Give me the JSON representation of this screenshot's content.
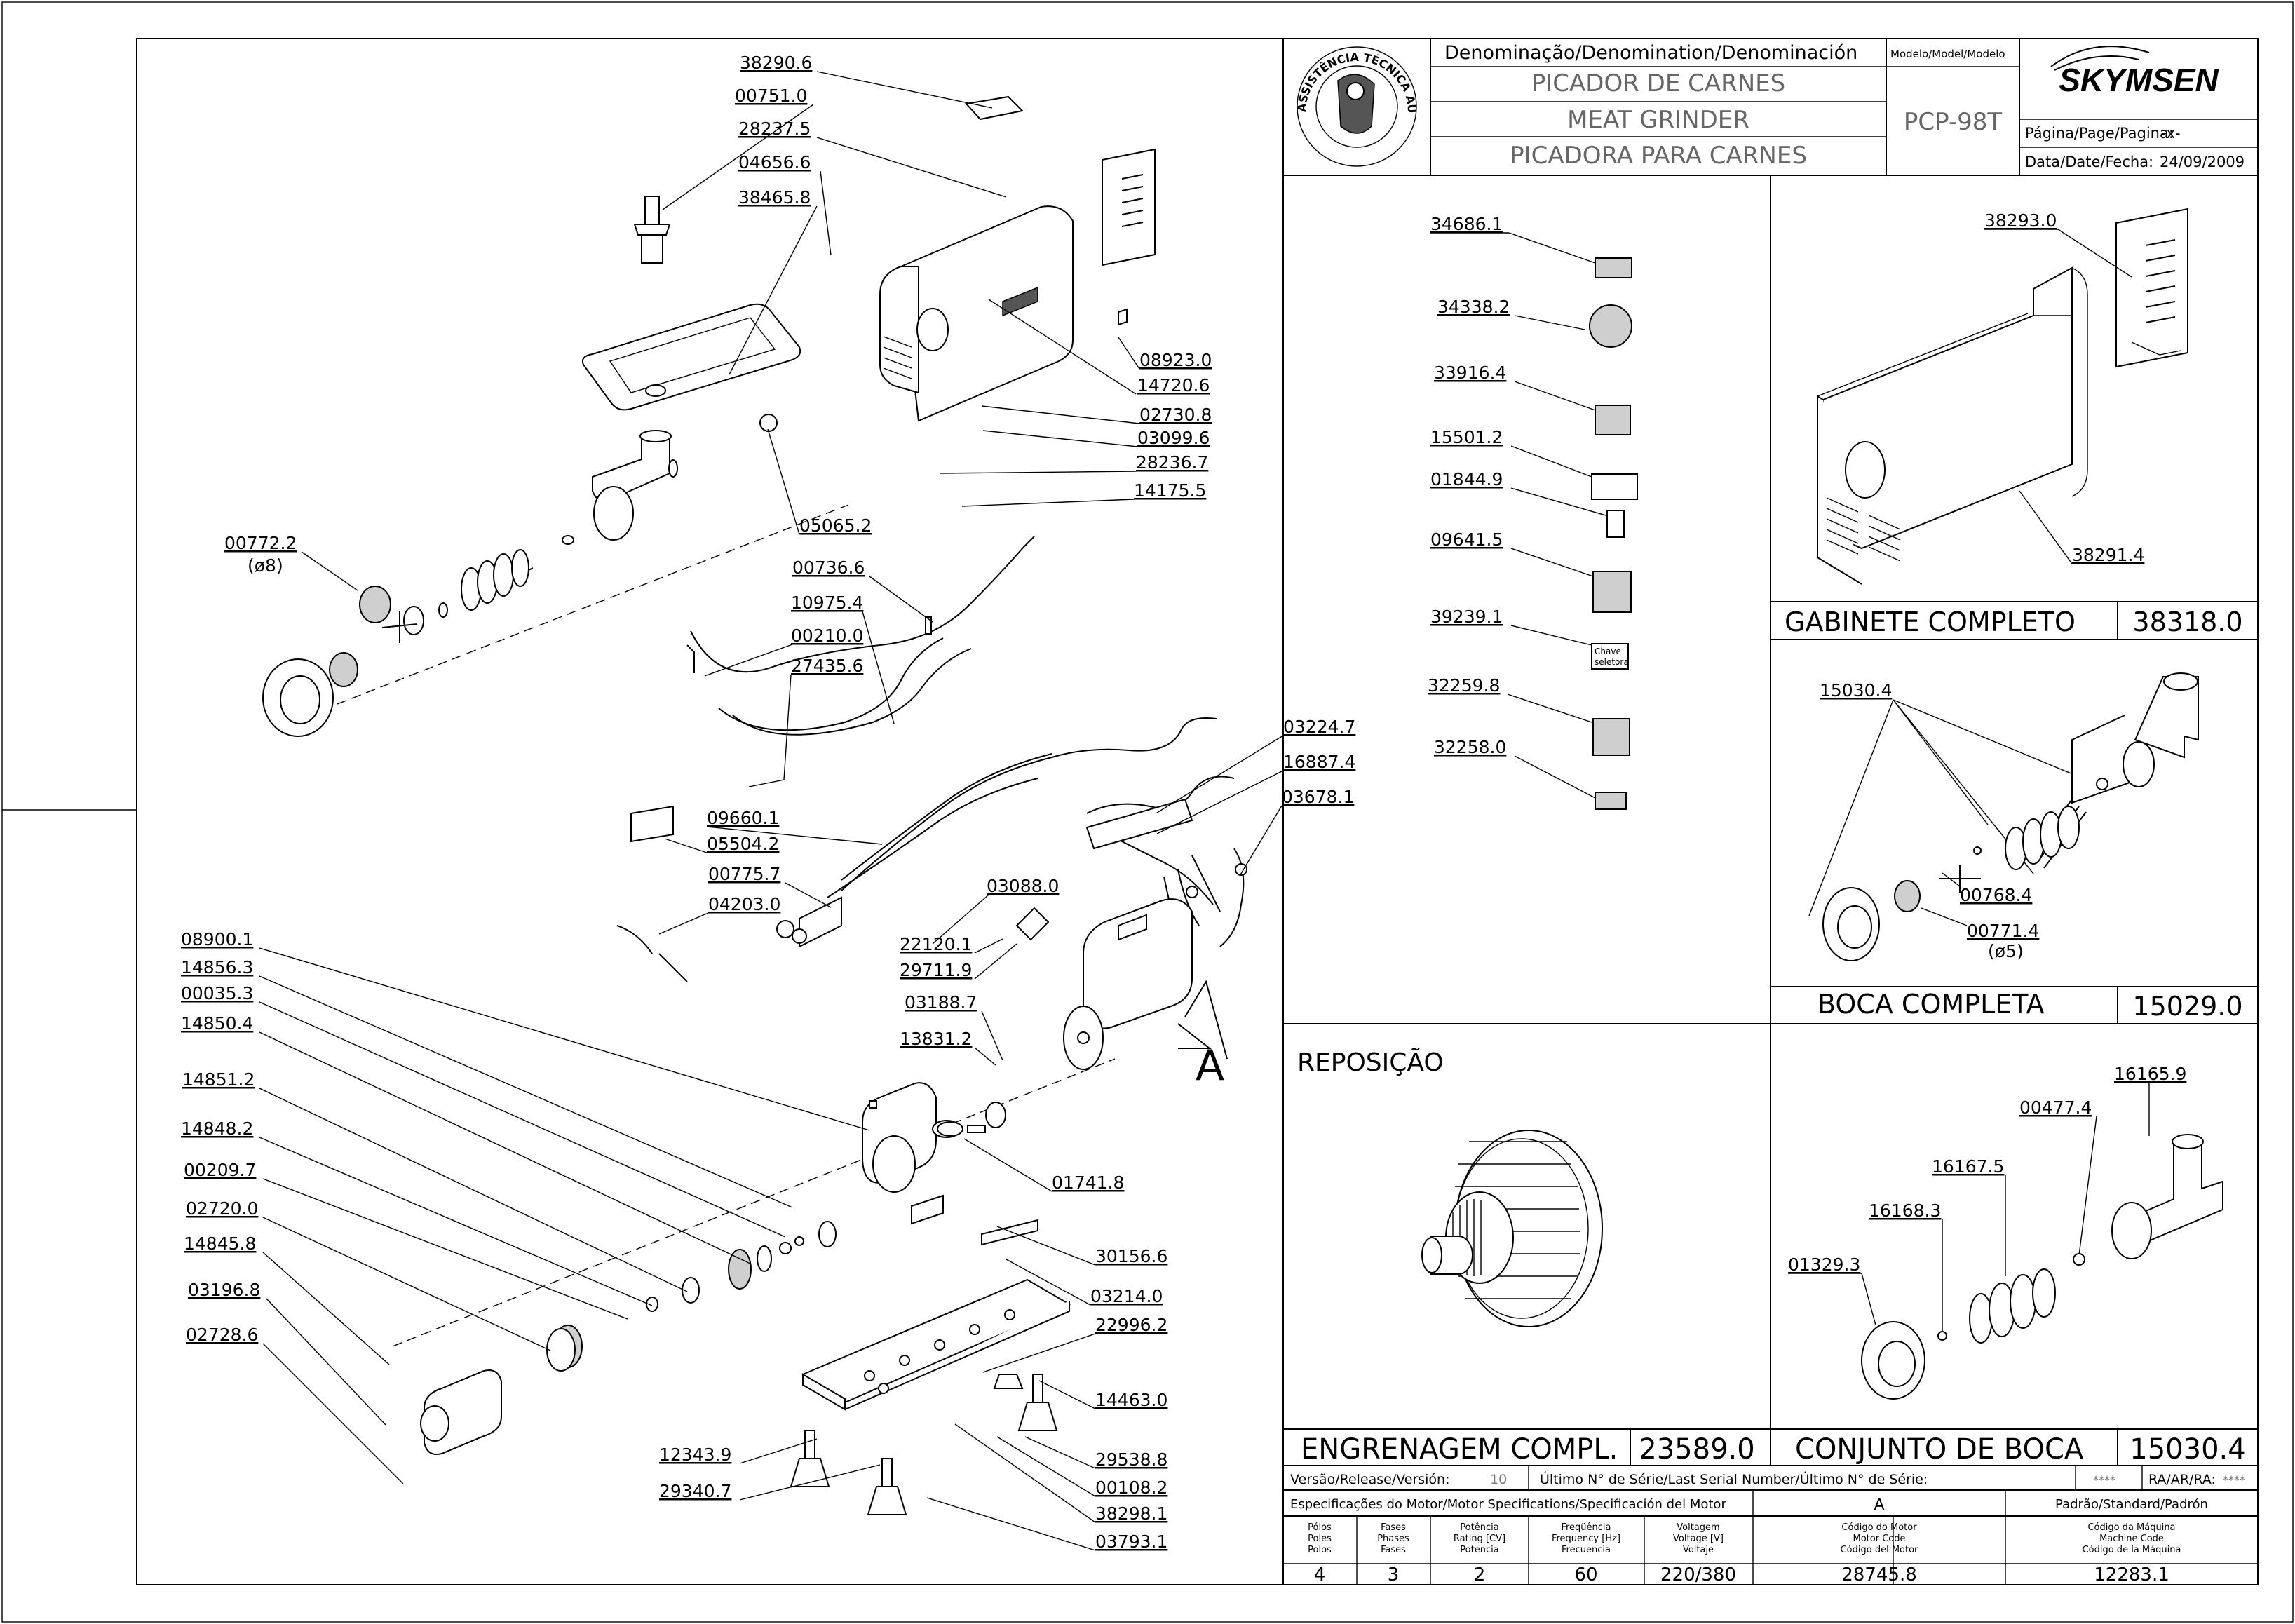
{
  "title_block": {
    "denomination_header": "Denominação/Denomination/Denominación",
    "name_pt": "PICADOR DE CARNES",
    "name_en": "MEAT GRINDER",
    "name_es": "PICADORA PARA CARNES",
    "model_header": "Modelo/Model/Modelo",
    "model": "PCP-98T",
    "brand": "SKYMSEN",
    "seal_text": "ASSISTÊNCIA TÉCNICA AUTORIZADA",
    "page_label": "Página/Page/Pagina:",
    "page_value": "-x-",
    "date_label": "Data/Date/Fecha:",
    "date_value": "24/09/2009"
  },
  "callouts_main": [
    "38290.6",
    "00751.0",
    "28237.5",
    "04656.6",
    "38465.8",
    "08923.0",
    "14720.6",
    "02730.8",
    "03099.6",
    "28236.7",
    "14175.5",
    "05065.2",
    "00772.2",
    "(ø8)",
    "00736.6",
    "10975.4",
    "00210.0",
    "27435.6",
    "03224.7",
    "16887.4",
    "03678.1",
    "09660.1",
    "05504.2",
    "00775.7",
    "04203.0",
    "03088.0",
    "22120.1",
    "29711.9",
    "03188.7",
    "13831.2",
    "08900.1",
    "14856.3",
    "00035.3",
    "14850.4",
    "14851.2",
    "14848.2",
    "00209.7",
    "02720.0",
    "14845.8",
    "03196.8",
    "02728.6",
    "01741.8",
    "30156.6",
    "03214.0",
    "22996.2",
    "14463.0",
    "29538.8",
    "00108.2",
    "38298.1",
    "03793.1",
    "12343.9",
    "29340.7"
  ],
  "motor_marker": "A",
  "labels_column": [
    {
      "code": "34686.1"
    },
    {
      "code": "34338.2"
    },
    {
      "code": "33916.4"
    },
    {
      "code": "15501.2"
    },
    {
      "code": "01844.9"
    },
    {
      "code": "09641.5"
    },
    {
      "code": "39239.1",
      "tag_line1": "Chave",
      "tag_line2": "seletora"
    },
    {
      "code": "32259.8"
    },
    {
      "code": "32258.0"
    }
  ],
  "cabinet_panel": {
    "part_a": "38293.0",
    "part_b": "38291.4",
    "name": "GABINETE COMPLETO",
    "code": "38318.0"
  },
  "mouth_panel": {
    "part_a": "15030.4",
    "part_b": "00768.4",
    "part_c": "00771.4",
    "part_c_note": "(ø5)",
    "name": "BOCA COMPLETA",
    "code": "15029.0"
  },
  "gear_panel": {
    "title": "REPOSIÇÃO",
    "name": "ENGRENAGEM COMPL.",
    "code": "23589.0"
  },
  "mouth_set_panel": {
    "parts": [
      "16165.9",
      "00477.4",
      "16167.5",
      "16168.3",
      "01329.3"
    ],
    "name": "CONJUNTO DE BOCA",
    "code": "15030.4"
  },
  "version_row": {
    "version_label": "Versão/Release/Versión:",
    "version_value": "10",
    "serial_label": "Último N° de Série/Last Serial Number/Último N° de Série:",
    "serial_value": "****",
    "ra_label": "RA/AR/RA:",
    "ra_value": "****"
  },
  "motor_specs": {
    "header": "Especificações do Motor/Motor Specifications/Specificación del Motor",
    "col_a": "A",
    "standard_header": "Padrão/Standard/Padrón",
    "columns": [
      {
        "l1": "Pólos",
        "l2": "Poles",
        "l3": "Polos",
        "value": "4"
      },
      {
        "l1": "Fases",
        "l2": "Phases",
        "l3": "Fases",
        "value": "3"
      },
      {
        "l1": "Potência",
        "l2": "Rating [CV]",
        "l3": "Potencia",
        "value": "2"
      },
      {
        "l1": "Freqüência",
        "l2": "Frequency [Hz]",
        "l3": "Frecuencia",
        "value": "60"
      },
      {
        "l1": "Voltagem",
        "l2": "Voltage [V]",
        "l3": "Voltaje",
        "value": "220/380"
      },
      {
        "l1": "Código do Motor",
        "l2": "Motor Code",
        "l3": "Código del Motor",
        "value": "28745.8"
      },
      {
        "l1": "Código da Máquina",
        "l2": "Machine Code",
        "l3": "Código de la Máquina",
        "value": "12283.1"
      }
    ]
  }
}
